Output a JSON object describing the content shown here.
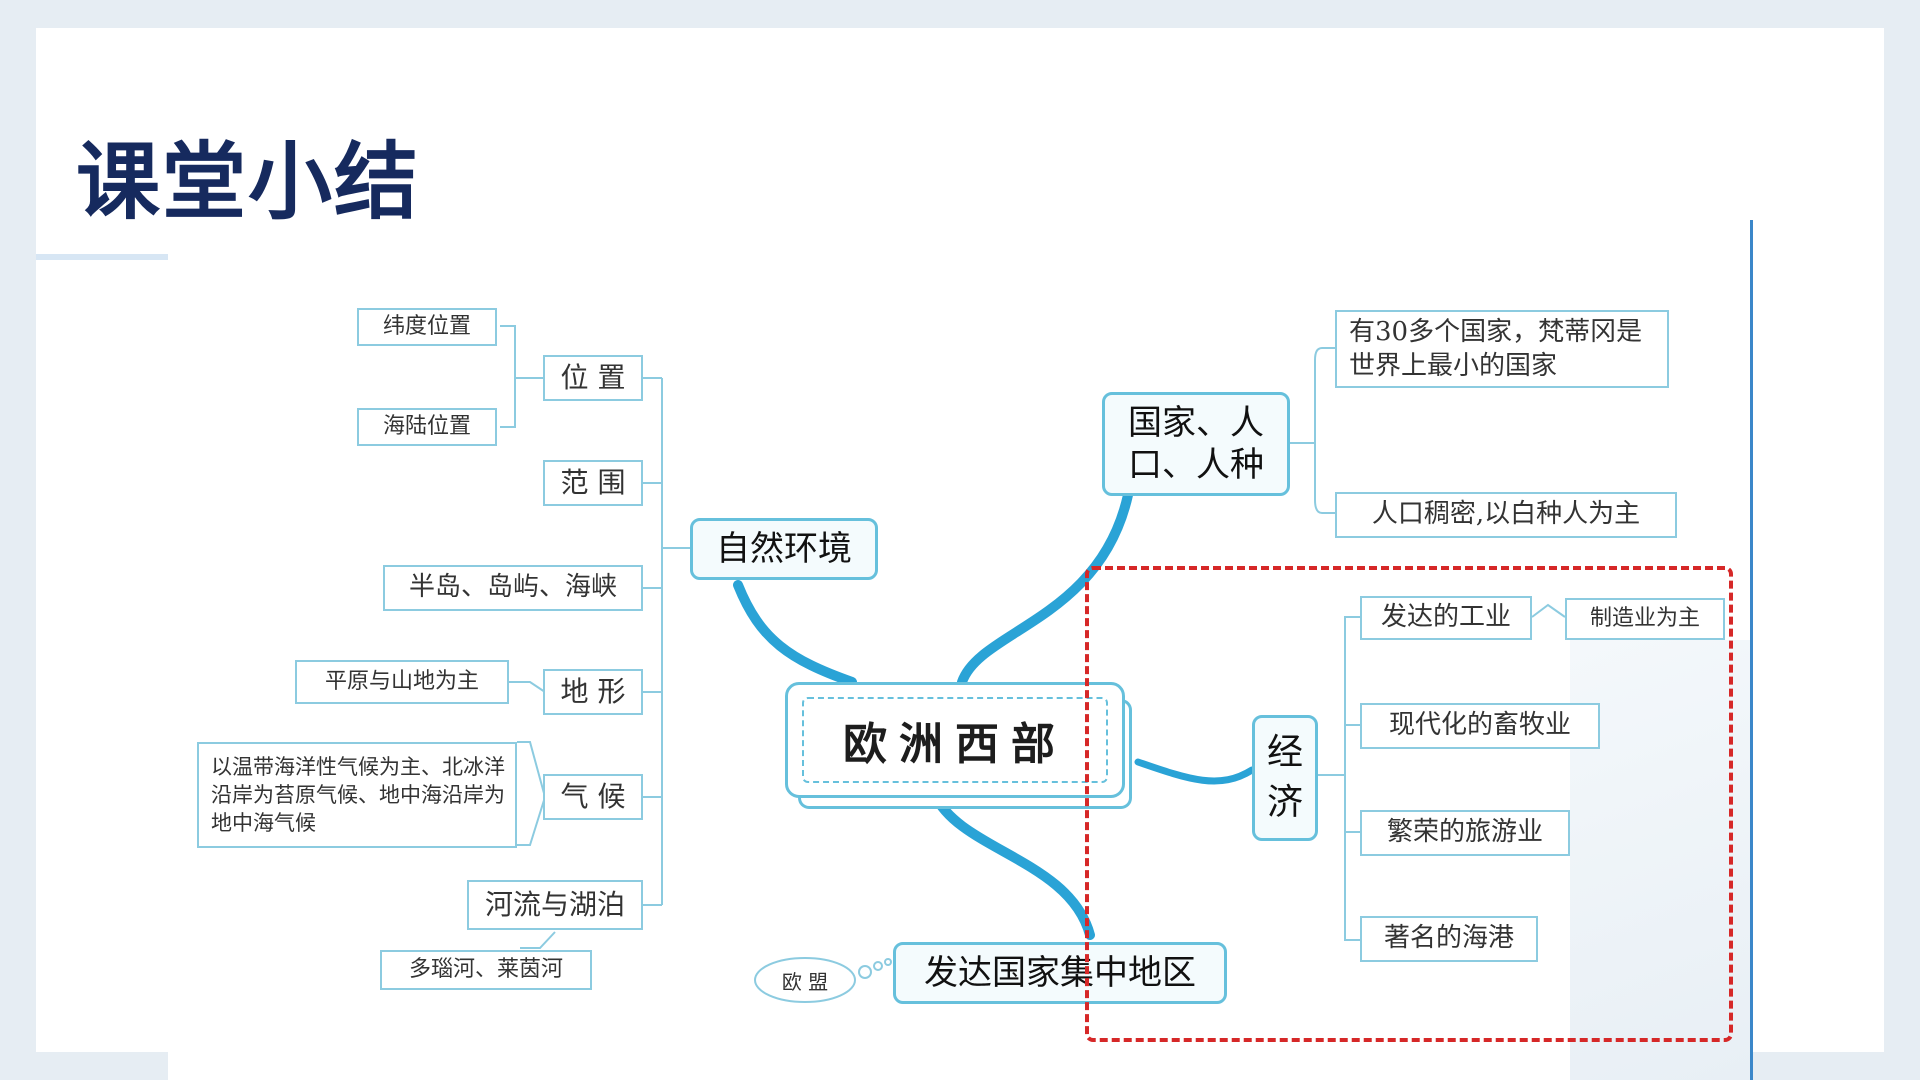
{
  "title": "课堂小结",
  "colors": {
    "title": "#162a5e",
    "node_border": "#8ccbe0",
    "branch": "#2aa3d6",
    "highlight": "#d62828"
  },
  "mindmap": {
    "center": "欧洲西部",
    "natural_env": {
      "label": "自然环境",
      "location": {
        "label": "位 置",
        "items": [
          "纬度位置",
          "海陆位置"
        ]
      },
      "scope": {
        "label": "范 围"
      },
      "peninsulas": {
        "label": "半岛、岛屿、海峡"
      },
      "terrain": {
        "label": "地 形",
        "detail": "平原与山地为主"
      },
      "climate": {
        "label": "气 候",
        "detail": "以温带海洋性气候为主、北冰洋沿岸为苔原气候、地中海沿岸为地中海气候"
      },
      "rivers": {
        "label": "河流与湖泊",
        "detail": "多瑙河、莱茵河"
      }
    },
    "population": {
      "label": "国家、人口、人种",
      "items": [
        "有30多个国家，梵蒂冈是世界上最小的国家",
        "人口稠密,以白种人为主"
      ]
    },
    "economy": {
      "label": "经济",
      "items": [
        "发达的工业",
        "现代化的畜牧业",
        "繁荣的旅游业",
        "著名的海港"
      ],
      "industry_detail": "制造业为主"
    },
    "developed": {
      "label": "发达国家集中地区",
      "note": "欧 盟"
    }
  }
}
